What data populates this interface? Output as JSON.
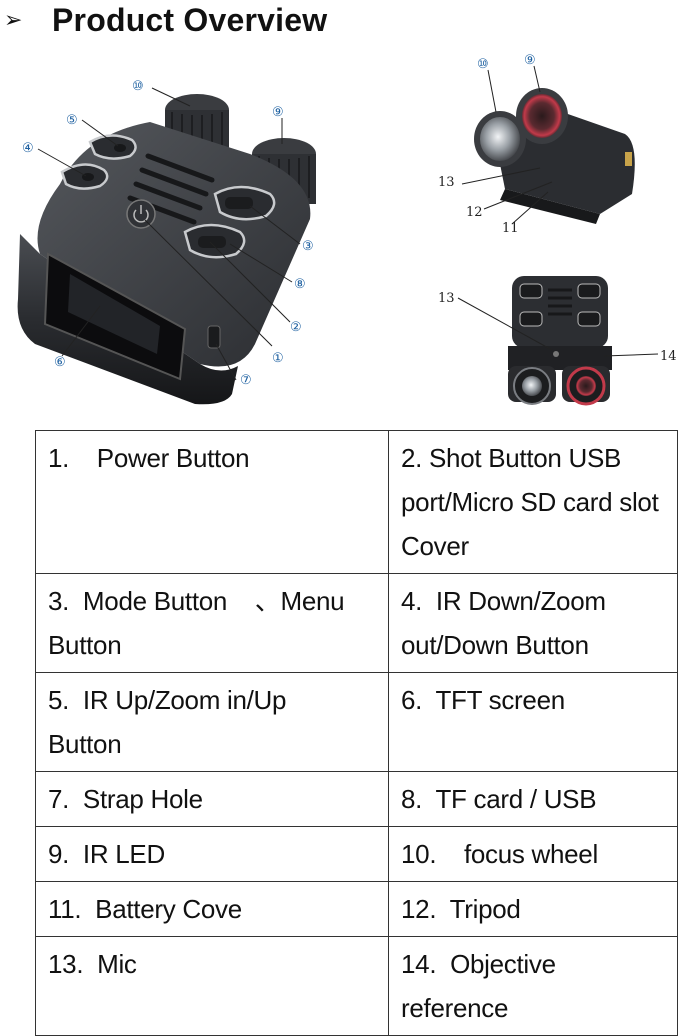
{
  "header": {
    "bullet": "➢",
    "title": "Product Overview"
  },
  "figure": {
    "callouts": {
      "c1": "①",
      "c2": "②",
      "c3": "③",
      "c4": "④",
      "c5": "⑤",
      "c6": "⑥",
      "c7": "⑦",
      "c8": "⑧",
      "c9": "⑨",
      "c10": "⑩",
      "top_right_9": "⑨",
      "top_right_10": "⑩",
      "top_right_11": "11",
      "top_right_12": "12",
      "top_right_13": "13",
      "bottom_right_13": "13",
      "bottom_right_14": "14"
    }
  },
  "table": {
    "rows": [
      {
        "left": "1.    Power Button",
        "right": "2. Shot Button USB\nport/Micro SD card slot\nCover"
      },
      {
        "left": "3.  Mode Button    、Menu\nButton",
        "right": "4.  IR Down/Zoom\nout/Down Button"
      },
      {
        "left": "5.  IR Up/Zoom in/Up\nButton",
        "right": "6.  TFT screen"
      },
      {
        "left": "7.  Strap Hole",
        "right": "8.  TF card / USB"
      },
      {
        "left": "9.  IR LED",
        "right": "10.    focus wheel"
      },
      {
        "left": "11.  Battery Cove",
        "right": "12.  Tripod"
      },
      {
        "left": "13.  Mic",
        "right": "14.  Objective\nreference"
      }
    ]
  }
}
